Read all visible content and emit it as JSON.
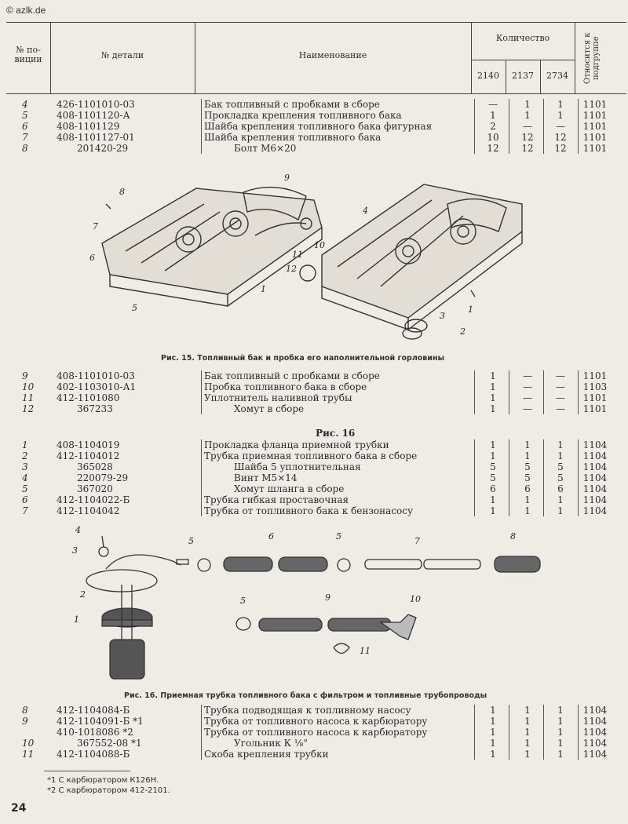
{
  "site": "© azlk.de",
  "header": {
    "col_pos": "№ по-\nвиции",
    "col_part": "№ детали",
    "col_name": "Наименование",
    "col_qty": "Количество",
    "models": [
      "2140",
      "2137",
      "2734"
    ],
    "col_group": "Относится к подгруппе"
  },
  "table1": [
    {
      "pos": "4",
      "part": "426-1101010-03",
      "name": "Бак топливный с пробками в сборе",
      "q": [
        "—",
        "1",
        "1"
      ],
      "grp": "1101"
    },
    {
      "pos": "5",
      "part": "408-1101120-А",
      "name": "Прокладка крепления топливного бака",
      "q": [
        "1",
        "1",
        "1"
      ],
      "grp": "1101"
    },
    {
      "pos": "6",
      "part": "408-1101129",
      "name": "Шайба крепления топливного бака фигурная",
      "q": [
        "2",
        "—",
        "—"
      ],
      "grp": "1101"
    },
    {
      "pos": "7",
      "part": "408-1101127-01",
      "name": "Шайба крепления топливного бака",
      "q": [
        "10",
        "12",
        "12"
      ],
      "grp": "1101"
    },
    {
      "pos": "8",
      "part": "201420-29",
      "name": "Болт М6×20",
      "q": [
        "12",
        "12",
        "12"
      ],
      "grp": "1101",
      "indent": true
    }
  ],
  "fig15_caption": "Рис. 15. Топливный бак и пробка его наполнительной горловины",
  "table2": [
    {
      "pos": "9",
      "part": "408-1101010-03",
      "name": "Бак топливный с пробками в сборе",
      "q": [
        "1",
        "—",
        "—"
      ],
      "grp": "1101"
    },
    {
      "pos": "10",
      "part": "402-1103010-А1",
      "name": "Пробка топливного бака в сборе",
      "q": [
        "1",
        "—",
        "—"
      ],
      "grp": "1103"
    },
    {
      "pos": "11",
      "part": "412-1101080",
      "name": "Уплотнитель наливной трубы",
      "q": [
        "1",
        "—",
        "—"
      ],
      "grp": "1101"
    },
    {
      "pos": "12",
      "part": "367233",
      "name": "Хомут в сборе",
      "q": [
        "1",
        "—",
        "—"
      ],
      "grp": "1101",
      "indent": true
    }
  ],
  "ris16_title": "Рис. 16",
  "table3": [
    {
      "pos": "1",
      "part": "408-1104019",
      "name": "Прокладка фланца приемной трубки",
      "q": [
        "1",
        "1",
        "1"
      ],
      "grp": "1104"
    },
    {
      "pos": "2",
      "part": "412-1104012",
      "name": "Трубка приемная топливного бака в сборе",
      "q": [
        "1",
        "1",
        "1"
      ],
      "grp": "1104"
    },
    {
      "pos": "3",
      "part": "365028",
      "name": "Шайба 5 уплотнительная",
      "q": [
        "5",
        "5",
        "5"
      ],
      "grp": "1104",
      "indent": true
    },
    {
      "pos": "4",
      "part": "220079-29",
      "name": "Винт М5×14",
      "q": [
        "5",
        "5",
        "5"
      ],
      "grp": "1104",
      "indent": true
    },
    {
      "pos": "5",
      "part": "367020",
      "name": "Хомут шланга в сборе",
      "q": [
        "6",
        "6",
        "6"
      ],
      "grp": "1104",
      "indent": true
    },
    {
      "pos": "6",
      "part": "412-1104022-Б",
      "name": "Трубка гибкая проставочная",
      "q": [
        "1",
        "1",
        "1"
      ],
      "grp": "1104"
    },
    {
      "pos": "7",
      "part": "412-1104042",
      "name": "Трубка от топливного бака к бензонасосу",
      "q": [
        "1",
        "1",
        "1"
      ],
      "grp": "1104"
    }
  ],
  "fig16_caption": "Рис. 16. Приемная трубка топливного бака с фильтром и топливные трубопроводы",
  "table4": [
    {
      "pos": "8",
      "part": "412-1104084-Б",
      "name": "Трубка подводящая к топливному насосу",
      "q": [
        "1",
        "1",
        "1"
      ],
      "grp": "1104"
    },
    {
      "pos": "9",
      "part": "412-1104091-Б *1",
      "name": "Трубка от топливного насоса к карбюратору",
      "q": [
        "1",
        "1",
        "1"
      ],
      "grp": "1104"
    },
    {
      "pos": "",
      "part": "410-1018086 *2",
      "name": "Трубка от топливного насоса к карбюратору",
      "q": [
        "1",
        "1",
        "1"
      ],
      "grp": "1104"
    },
    {
      "pos": "10",
      "part": "367552-08 *1",
      "name": "Угольник К ⅛\"",
      "q": [
        "1",
        "1",
        "1"
      ],
      "grp": "1104",
      "indent": true
    },
    {
      "pos": "11",
      "part": "412-1104088-Б",
      "name": "Скоба крепления трубки",
      "q": [
        "1",
        "1",
        "1"
      ],
      "grp": "1104"
    }
  ],
  "footnotes": [
    "*1 С карбюратором К126Н.",
    "*2 С карбюратором 412-2101."
  ],
  "page_number": "24",
  "fig15_labels": [
    "9",
    "8",
    "7",
    "6",
    "5",
    "1",
    "12",
    "11",
    "10",
    "4",
    "3",
    "2",
    "1"
  ],
  "fig16_labels": [
    "4",
    "3",
    "2",
    "1",
    "5",
    "6",
    "5",
    "7",
    "8",
    "5",
    "9",
    "10",
    "11"
  ]
}
